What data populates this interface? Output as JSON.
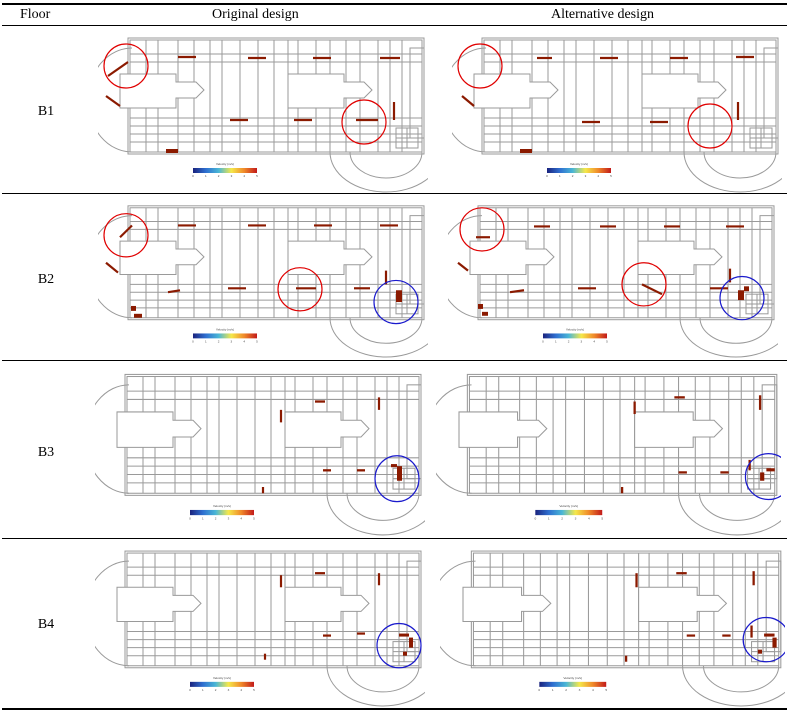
{
  "table": {
    "headers": {
      "floor": "Floor",
      "original": "Original design",
      "alternative": "Alternative design"
    },
    "rows": [
      {
        "floor": "B1"
      },
      {
        "floor": "B2"
      },
      {
        "floor": "B3"
      },
      {
        "floor": "B4"
      }
    ]
  },
  "colorbar": {
    "title": "Velocity (m/s)",
    "ticks": [
      "0",
      "1",
      "2",
      "3",
      "4",
      "5"
    ]
  },
  "colors": {
    "structure": "#9a9a9a",
    "vector": "#8b1a00",
    "red_circle": "#e00000",
    "blue_circle": "#1a1acc",
    "colormap": [
      "#1a237e",
      "#2f6fd0",
      "#49b6d6",
      "#f5e84a",
      "#f08a2a",
      "#c21a1a"
    ]
  }
}
